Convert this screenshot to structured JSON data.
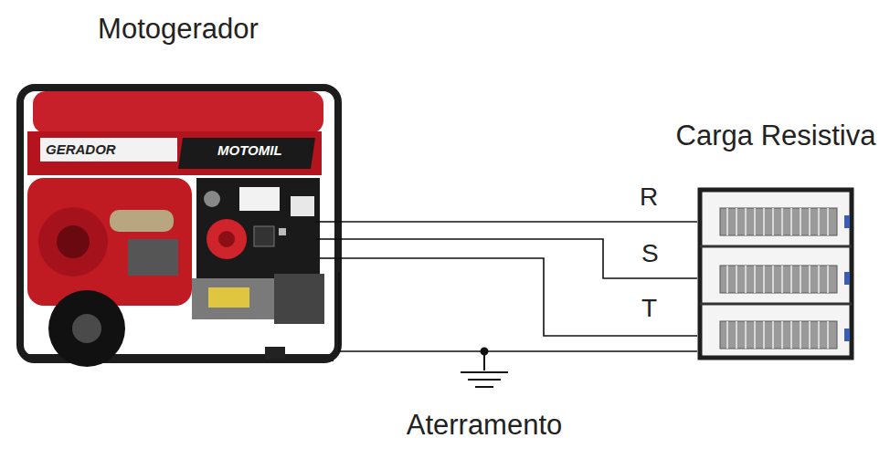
{
  "diagram": {
    "nodes": [
      {
        "text": [
          "Motogerador"
        ]
      },
      {
        "text": [
          "Carga Resistiva"
        ]
      }
    ],
    "edges": [
      {
        "from": 0,
        "to": 1,
        "arrow": "none",
        "label": "R"
      },
      {
        "from": 0,
        "to": 1,
        "arrow": "none",
        "label": "S"
      },
      {
        "from": 0,
        "to": 1,
        "arrow": "none",
        "label": "T"
      },
      {
        "from": 0,
        "to": 1,
        "arrow": "none"
      }
    ],
    "labels": [
      "GERADOR",
      "MOTOMIL",
      "Aterramento"
    ]
  }
}
